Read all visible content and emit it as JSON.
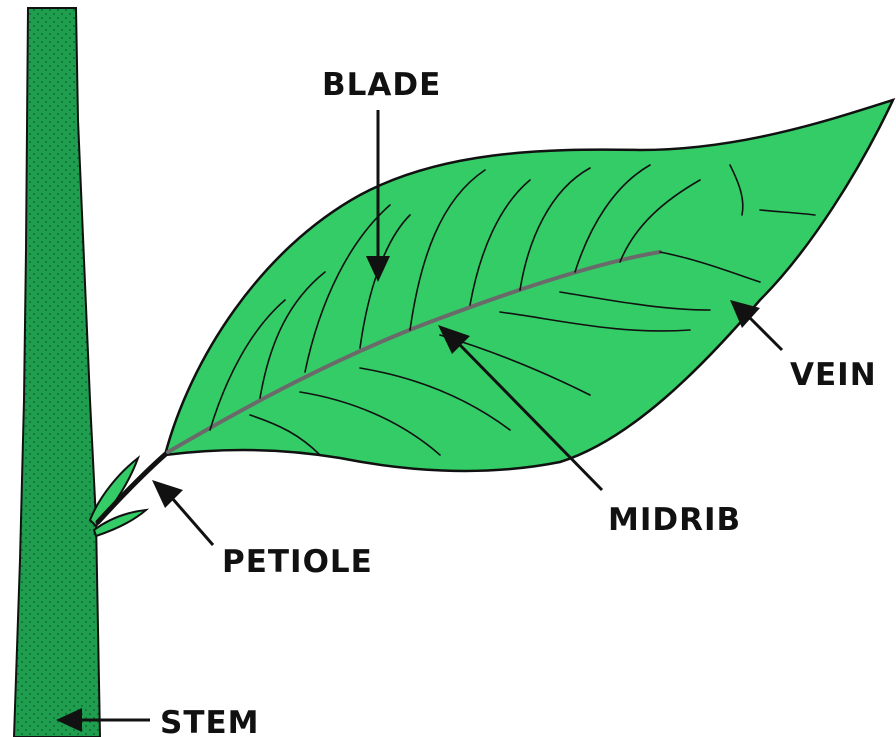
{
  "labels": {
    "blade": "BLADE",
    "vein": "VEIN",
    "midrib": "MIDRIB",
    "petiole": "PETIOLE",
    "stem": "STEM"
  },
  "colors": {
    "leaf_fill": "#33cc66",
    "stem_fill": "#1e9e4e",
    "outline": "#111111",
    "midrib": "#888888",
    "background": "#ffffff"
  }
}
